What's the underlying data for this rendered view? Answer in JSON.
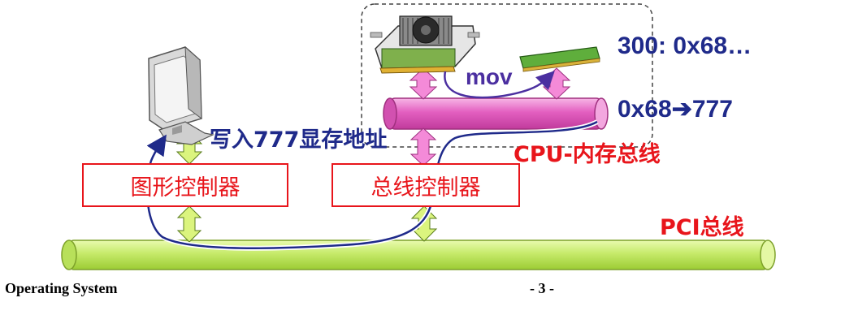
{
  "slide": {
    "labels": {
      "mem_value": "300: 0x68…",
      "mov": "mov",
      "remap": "0x68➔777",
      "cpu_mem_bus": "CPU-内存总线",
      "write_vram": "写入777显存地址",
      "pci_bus": "PCI总线"
    },
    "boxes": {
      "graphics_controller": "图形控制器",
      "bus_controller": "总线控制器"
    },
    "footer": {
      "course": "Operating System",
      "page": "- 3 -"
    },
    "colors": {
      "red": "#e8151b",
      "navy": "#1f2a8a",
      "pink_bus": "#e35fc0",
      "green_bus": "#c6ea6a",
      "arrow_pink": "#f48ad8",
      "arrow_green": "#dbf47e",
      "mov_purple": "#4b2fa0"
    },
    "icons": [
      "computer-monitor-icon",
      "cpu-chip-icon",
      "memory-module-icon"
    ]
  }
}
